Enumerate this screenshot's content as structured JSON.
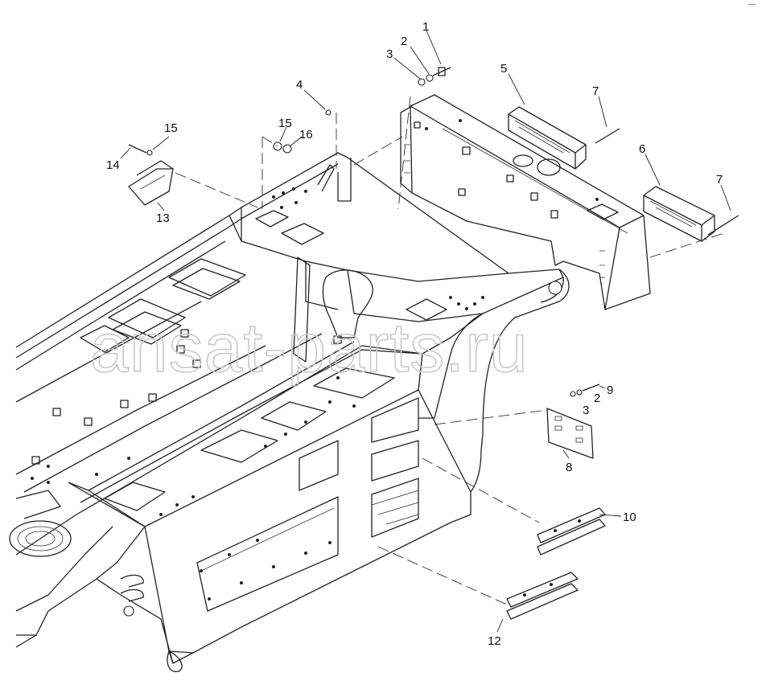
{
  "watermark": "ansat-parts.ru",
  "corner_mark": "—",
  "callouts": [
    {
      "id": "c1",
      "label": "1"
    },
    {
      "id": "c2",
      "label": "2"
    },
    {
      "id": "c3",
      "label": "3"
    },
    {
      "id": "c4",
      "label": "4"
    },
    {
      "id": "c5",
      "label": "5"
    },
    {
      "id": "c6",
      "label": "6"
    },
    {
      "id": "c7a",
      "label": "7"
    },
    {
      "id": "c7b",
      "label": "7"
    },
    {
      "id": "c8",
      "label": "8"
    },
    {
      "id": "c9",
      "label": "9"
    },
    {
      "id": "c2b",
      "label": "2"
    },
    {
      "id": "c3b",
      "label": "3"
    },
    {
      "id": "c10",
      "label": "10"
    },
    {
      "id": "c12",
      "label": "12"
    },
    {
      "id": "c13",
      "label": "13"
    },
    {
      "id": "c14",
      "label": "14"
    },
    {
      "id": "c15a",
      "label": "15"
    },
    {
      "id": "c15b",
      "label": "15"
    },
    {
      "id": "c16",
      "label": "16"
    }
  ]
}
